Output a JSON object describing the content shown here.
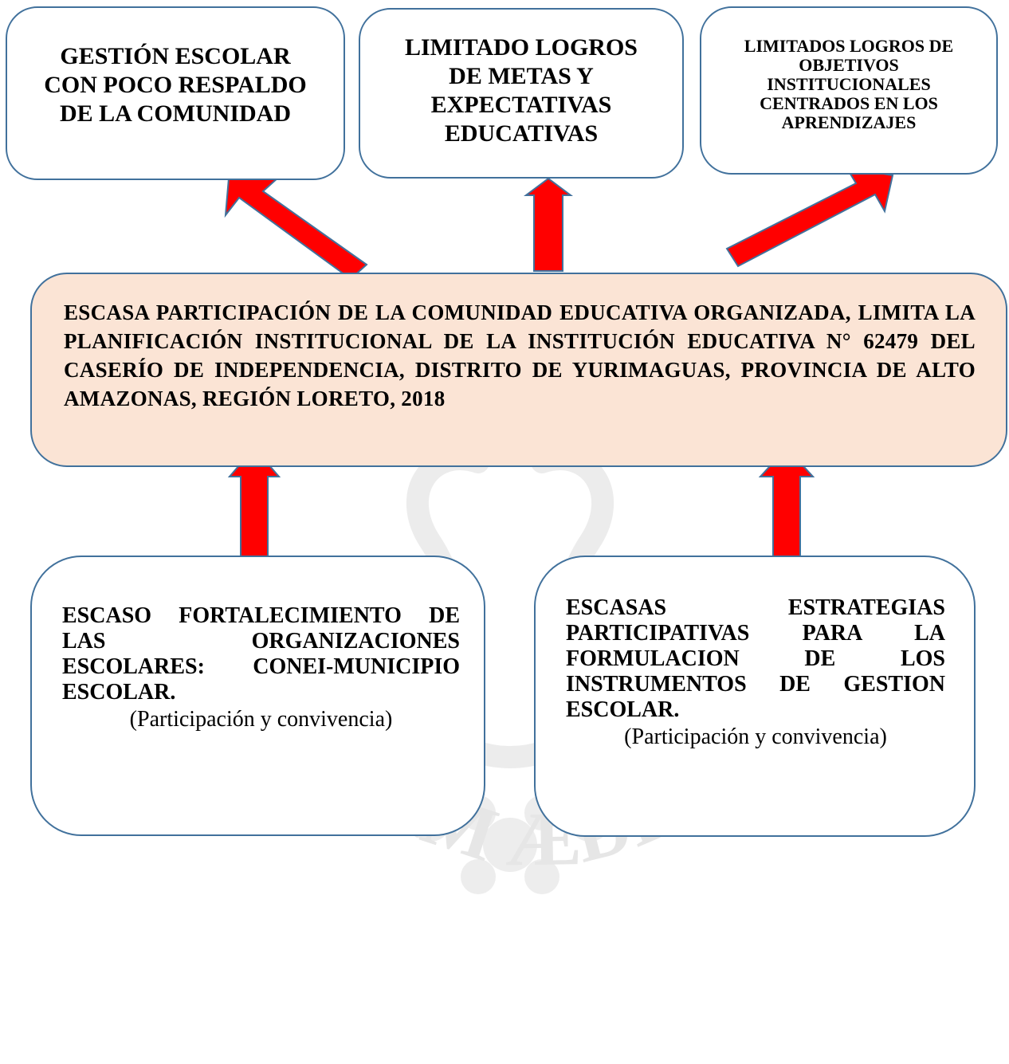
{
  "effects": [
    {
      "text": "GESTIÓN ESCOLAR CON POCO RESPALDO DE LA COMUNIDAD"
    },
    {
      "text": "LIMITADO LOGROS DE METAS Y EXPECTATIVAS EDUCATIVAS"
    },
    {
      "text": "LIMITADOS LOGROS DE OBJETIVOS INSTITUCIONALES CENTRADOS EN LOS APRENDIZAJES"
    }
  ],
  "central_problem": {
    "text": "ESCASA PARTICIPACIÓN DE LA COMUNIDAD EDUCATIVA ORGANIZADA, LIMITA LA PLANIFICACIÓN INSTITUCIONAL DE LA INSTITUCIÓN EDUCATIVA N° 62479 DEL CASERÍO DE INDEPENDENCIA, DISTRITO DE YURIMAGUAS, PROVINCIA DE ALTO AMAZONAS, REGIÓN LORETO, 2018"
  },
  "causes": [
    {
      "title": "ESCASO FORTALECIMIENTO DE LAS ORGANIZACIONES ESCOLARES: CONEI-MUNICIPIO ESCOLAR.",
      "note": "(Participación y convivencia)"
    },
    {
      "title": "ESCASAS ESTRATEGIAS PARTICIPATIVAS PARA LA FORMULACION DE LOS INSTRUMENTOS DE GESTION ESCOLAR.",
      "note": "(Participación y convivencia)"
    }
  ],
  "watermark": {
    "text": "SUPER PETRAM ÆDIFICABO"
  },
  "colors": {
    "box_border": "#41719c",
    "central_fill": "#fbe4d5",
    "arrow_fill": "#ff0000",
    "arrow_stroke": "#41719c",
    "watermark": "#e6e6e6"
  }
}
